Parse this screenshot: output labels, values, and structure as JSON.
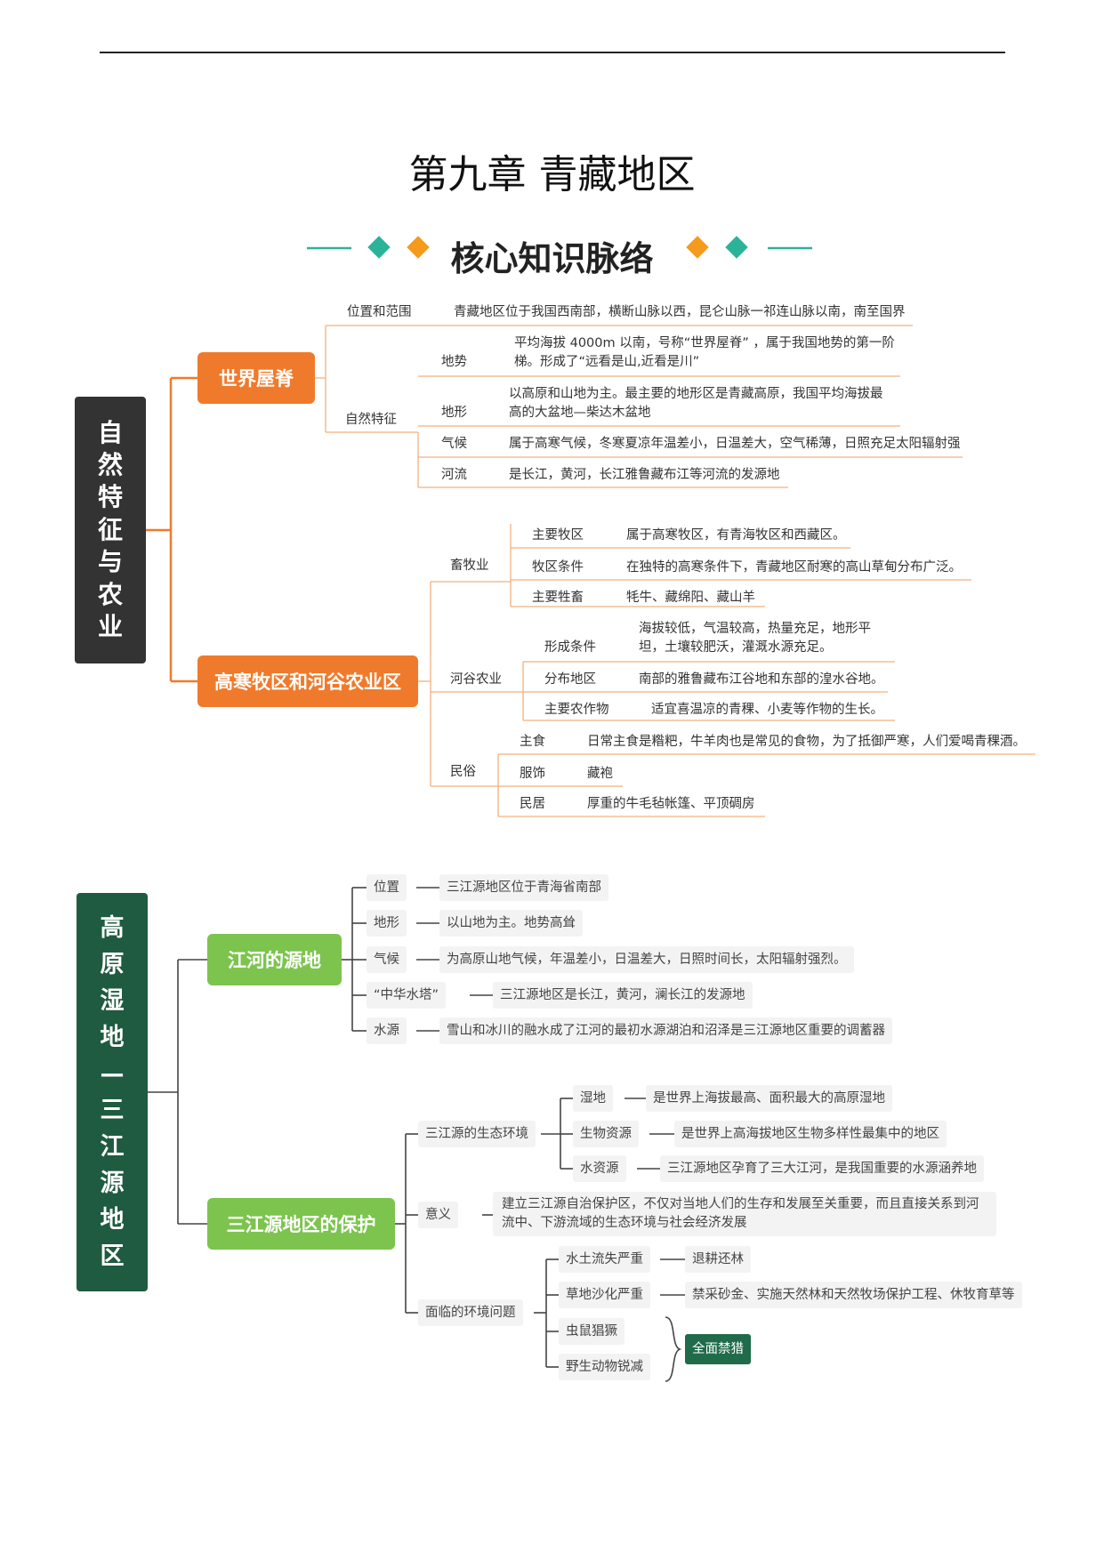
{
  "document": {
    "title": "第九章 青藏地区",
    "banner": "核心知识脉络"
  },
  "section1": {
    "label": "自然特征与农业",
    "label_chars": [
      "自",
      "然",
      "特",
      "征",
      "与",
      "农",
      "业"
    ],
    "hub1": {
      "label": "世界屋脊",
      "location": {
        "label": "位置和范围",
        "text": "青藏地区位于我国西南部，横断山脉以西，昆仑山脉一祁连山脉以南，南至国界"
      },
      "natural": {
        "label": "自然特征",
        "items": [
          {
            "label": "地势",
            "text": "平均海拔 4000m 以南，号称“世界屋脊” ，属于我国地势的第一阶梯。形成了“远看是山,近看是川”"
          },
          {
            "label": "地形",
            "text": "以高原和山地为主。最主要的地形区是青藏高原，我国平均海拔最高的大盆地—柴达木盆地"
          },
          {
            "label": "气候",
            "text": "属于高寒气候，冬寒夏凉年温差小，日温差大，空气稀薄，日照充足太阳辐射强"
          },
          {
            "label": "河流",
            "text": "是长江，黄河，长江雅鲁藏布江等河流的发源地"
          }
        ]
      }
    },
    "hub2": {
      "label": "高寒牧区和河谷农业区",
      "animal": {
        "label": "畜牧业",
        "items": [
          {
            "label": "主要牧区",
            "text": "属于高寒牧区，有青海牧区和西藏区。"
          },
          {
            "label": "牧区条件",
            "text": "在独特的高寒条件下，青藏地区耐寒的高山草甸分布广泛。"
          },
          {
            "label": "主要牲畜",
            "text": "牦牛、藏绵阳、藏山羊"
          }
        ]
      },
      "valley": {
        "label": "河谷农业",
        "items": [
          {
            "label": "形成条件",
            "text": "海拔较低，气温较高，热量充足，地形平坦，土壤较肥沃，灌溉水源充足。"
          },
          {
            "label": "分布地区",
            "text": "南部的雅鲁藏布江谷地和东部的湟水谷地。"
          },
          {
            "label": "主要农作物",
            "text": "适宜喜温凉的青稞、小麦等作物的生长。"
          }
        ]
      },
      "custom": {
        "label": "民俗",
        "items": [
          {
            "label": "主食",
            "text": "日常主食是糌粑，牛羊肉也是常见的食物，为了抵御严寒，人们爱喝青稞酒。"
          },
          {
            "label": "服饰",
            "text": "藏袍"
          },
          {
            "label": "民居",
            "text": "厚重的牛毛毡帐篷、平顶碉房"
          }
        ]
      }
    }
  },
  "section2": {
    "label": "高原湿地—三江源地区",
    "label_chars": [
      "高",
      "原",
      "湿",
      "地",
      "—",
      "三",
      "江",
      "源",
      "地",
      "区"
    ],
    "hub1": {
      "label": "江河的源地",
      "items": [
        {
          "label": "位置",
          "text": "三江源地区位于青海省南部"
        },
        {
          "label": "地形",
          "text": "以山地为主。地势高耸"
        },
        {
          "label": "气候",
          "text": "为高原山地气候，年温差小，日温差大，日照时间长，太阳辐射强烈。"
        },
        {
          "label": "“中华水塔”",
          "text": "三江源地区是长江，黄河，澜长江的发源地"
        },
        {
          "label": "水源",
          "text": "雪山和冰川的融水成了江河的最初水源湖泊和沼泽是三江源地区重要的调蓄器"
        }
      ]
    },
    "hub2": {
      "label": "三江源地区的保护",
      "eco": {
        "label": "三江源的生态环境",
        "items": [
          {
            "label": "湿地",
            "text": "是世界上海拔最高、面积最大的高原湿地"
          },
          {
            "label": "生物资源",
            "text": "是世界上高海拔地区生物多样性最集中的地区"
          },
          {
            "label": "水资源",
            "text": "三江源地区孕育了三大江河，是我国重要的水源涵养地"
          }
        ]
      },
      "meaning": {
        "label": "意义",
        "text": "建立三江源自治保护区，不仅对当地人们的生存和发展至关重要，而且直接关系到河流中、下游流域的生态环境与社会经济发展"
      },
      "problems": {
        "label": "面临的环境问题",
        "items": [
          {
            "label": "水土流失严重",
            "text": "退耕还林"
          },
          {
            "label": "草地沙化严重",
            "text": "禁采砂金、实施天然林和天然牧场保护工程、休牧育草等"
          },
          {
            "label": "虫鼠猖獗"
          },
          {
            "label": "野生动物锐减"
          }
        ],
        "shared_action": "全面禁猎"
      }
    }
  },
  "colors": {
    "orange": "#f07a2b",
    "light_green": "#7cc44e",
    "dark_green": "#1f5b40",
    "dark_gray": "#333333",
    "teal": "#2bb39a"
  }
}
